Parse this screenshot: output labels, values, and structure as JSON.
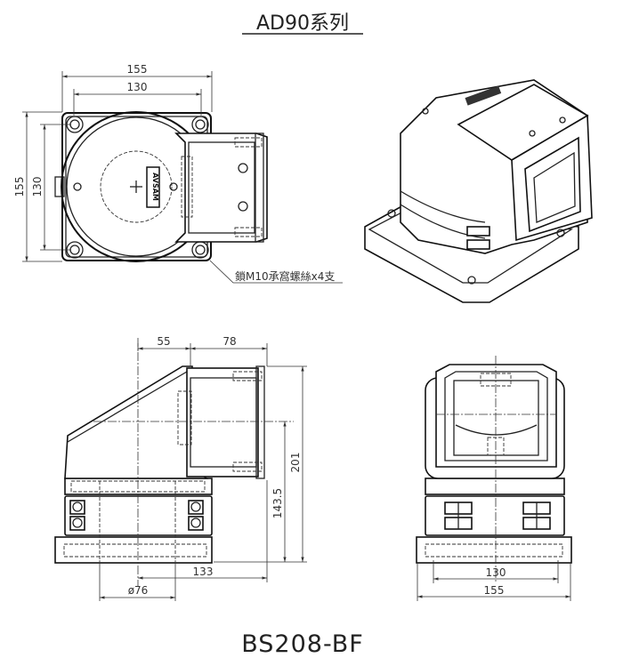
{
  "title": "AD90系列",
  "model": "BS208-BF",
  "top_view": {
    "dim_outer_width": "155",
    "dim_inner_width": "130",
    "dim_outer_height": "155",
    "dim_inner_height": "130",
    "callout": "鎖M10承窩螺絲x4支",
    "logo": "AVSAM"
  },
  "side_view": {
    "dim_left": "55",
    "dim_right": "78",
    "dim_height_total": "201",
    "dim_height_center": "143.5",
    "dim_reach": "133",
    "dim_diameter": "ø76"
  },
  "front_view": {
    "dim_inner_width": "130",
    "dim_outer_width": "155"
  }
}
